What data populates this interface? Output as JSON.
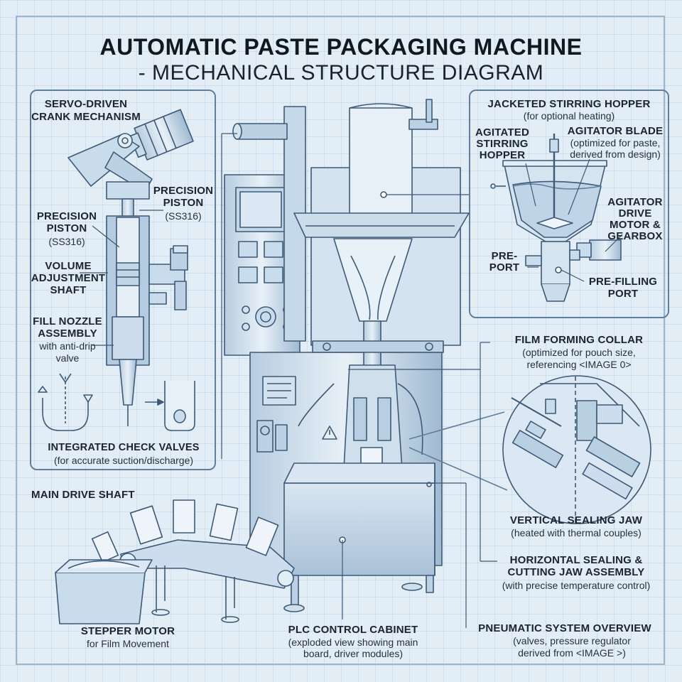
{
  "title": {
    "line1": "AUTOMATIC PASTE PACKAGING MACHINE",
    "line2": "- MECHANICAL STRUCTURE DIAGRAM"
  },
  "labels": {
    "servo_l1": "SERVO-DRIVEN",
    "servo_l2": "CRANK MECHANISM",
    "piston_right_l1": "PRECISION",
    "piston_right_l2": "PISTON",
    "piston_right_l3": "(SS316)",
    "piston_left_l1": "PRECISION",
    "piston_left_l2": "PISTON",
    "piston_left_l3": "(SS316)",
    "volume_l1": "VOLUME",
    "volume_l2": "ADJUSTMENT",
    "volume_l3": "SHAFT",
    "nozzle_l1": "FILL NOZZLE",
    "nozzle_l2": "ASSEMBLY",
    "nozzle_l3": "with anti-drip",
    "nozzle_l4": "valve",
    "check_l1": "INTEGRATED CHECK VALVES",
    "check_l2": "(for accurate suction/discharge)",
    "main_drive": "MAIN DRIVE SHAFT",
    "stepper_l1": "STEPPER MOTOR",
    "stepper_l2": "for Film Movement",
    "plc_l1": "PLC CONTROL CABINET",
    "plc_l2": "(exploded view showing main",
    "plc_l3": "board, driver modules)",
    "jacketed_l1": "JACKETED STIRRING HOPPER",
    "jacketed_l2": "(for optional heating)",
    "agitated_l1": "AGITATED",
    "agitated_l2": "STIRRING",
    "agitated_l3": "HOPPER",
    "blade_l1": "AGITATOR BLADE",
    "blade_l2": "(optimized for paste,",
    "blade_l3": "derived from design)",
    "agmotor_l1": "AGITATOR",
    "agmotor_l2": "DRIVE",
    "agmotor_l3": "MOTOR &",
    "agmotor_l4": "GEARBOX",
    "pre_l1": "PRE-",
    "pre_l2": "PORT",
    "prefill_l1": "PRE-FILLING",
    "prefill_l2": "PORT",
    "collar_l1": "FILM FORMING COLLAR",
    "collar_l2": "(optimized for pouch size,",
    "collar_l3": "referencing <IMAGE 0>",
    "vjaw_l1": "VERTICAL SEALING JAW",
    "vjaw_l2": "(heated with thermal couples)",
    "hjaw_l1": "HORIZONTAL SEALING &",
    "hjaw_l2": "CUTTING JAW ASSEMBLY",
    "hjaw_l3": "(with precise temperature control)",
    "pneu_l1": "PNEUMATIC SYSTEM OVERVIEW",
    "pneu_l2": "(valves, pressure regulator",
    "pneu_l3": "derived from <IMAGE >)"
  },
  "colors": {
    "background": "#e3edf6",
    "line": "#3d5a78",
    "fill_light": "#c9dcec",
    "fill_mid": "#a9c3da",
    "text": "#1b2430"
  }
}
